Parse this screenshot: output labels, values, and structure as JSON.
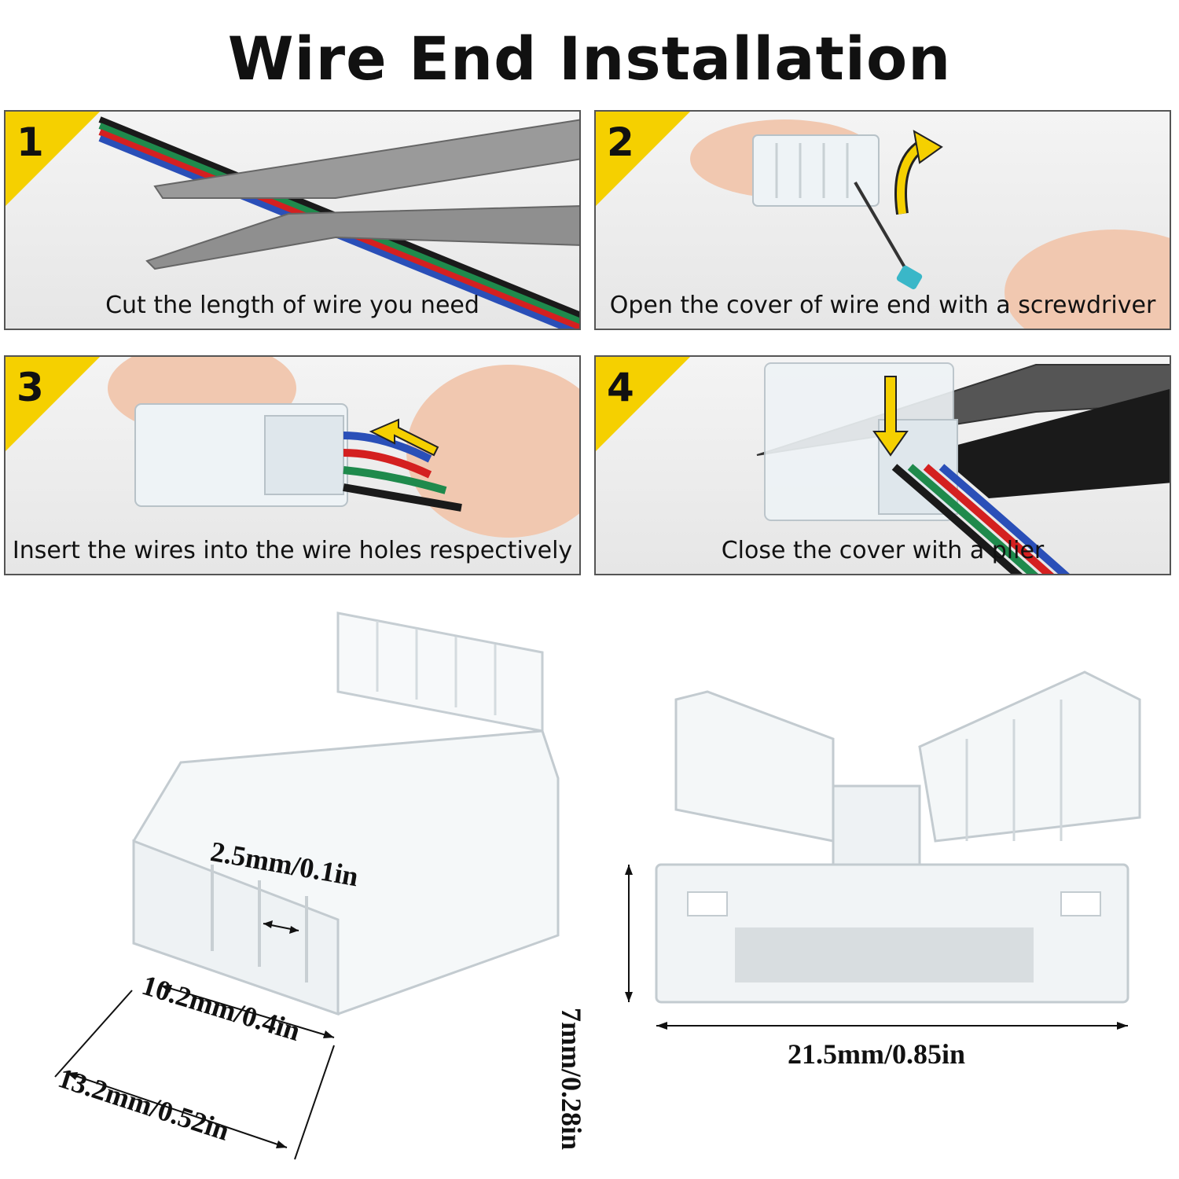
{
  "title": "Wire End Installation",
  "steps": [
    {
      "number": "1",
      "caption": "Cut the length of wire you need"
    },
    {
      "number": "2",
      "caption": "Open the cover of wire end with a screwdriver"
    },
    {
      "number": "3",
      "caption": "Insert the wires into the wire holes respectively"
    },
    {
      "number": "4",
      "caption": "Close the cover with a plier"
    }
  ],
  "dimensions": {
    "pin_pitch": "2.5mm/0.1in",
    "inner_width": "10.2mm/0.4in",
    "outer_width": "13.2mm/0.52in",
    "height": "7mm/0.28in",
    "length": "21.5mm/0.85in"
  },
  "colors": {
    "badge": "#f5d000",
    "wire_black": "#1a1a1a",
    "wire_green": "#1f8a4c",
    "wire_red": "#d42020",
    "wire_blue": "#2a4fb8",
    "arrow": "#f5d000"
  }
}
